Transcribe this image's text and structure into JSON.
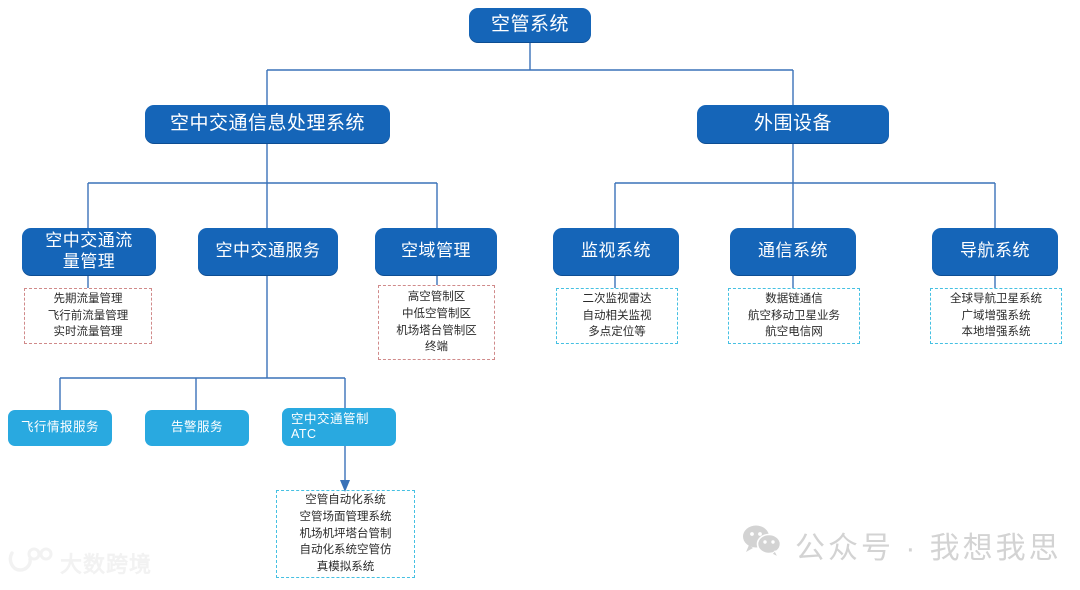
{
  "diagram": {
    "title": "空管系统",
    "nodes": {
      "root": "空管系统",
      "l1_left": "空中交通信息处理系统",
      "l1_right": "外围设备",
      "l2_flow": "空中交通流\n量管理",
      "l2_service": "空中交通服务",
      "l2_airspace": "空域管理",
      "l2_surveillance": "监视系统",
      "l2_communication": "通信系统",
      "l2_navigation": "导航系统",
      "l3_fis": "飞行情报服务",
      "l3_alert": "告警服务",
      "l3_atc": "空中交通管制\nATC"
    },
    "details": {
      "flow": "先期流量管理\n飞行前流量管理\n实时流量管理",
      "airspace": "高空管制区\n中低空管制区\n机场塔台管制区\n终端",
      "surveillance": "二次监视雷达\n自动相关监视\n多点定位等",
      "communication": "数据链通信\n航空移动卫星业务\n航空电信网",
      "navigation": "全球导航卫星系统\n广域增强系统\n本地增强系统",
      "atc": "空管自动化系统\n空管场面管理系统\n机场机坪塔台管制\n自动化系统空管仿\n真模拟系统"
    },
    "colors": {
      "node_dark": "#1565B8",
      "node_cyan": "#29A9E0",
      "connector": "#3A72B8",
      "detail_red": "#D08A8A",
      "detail_cyan": "#45C0E2",
      "text_on_node": "#FFFFFF"
    }
  },
  "watermarks": {
    "right_text": "公众号 · 我想我思",
    "left_text": "大数跨境"
  }
}
